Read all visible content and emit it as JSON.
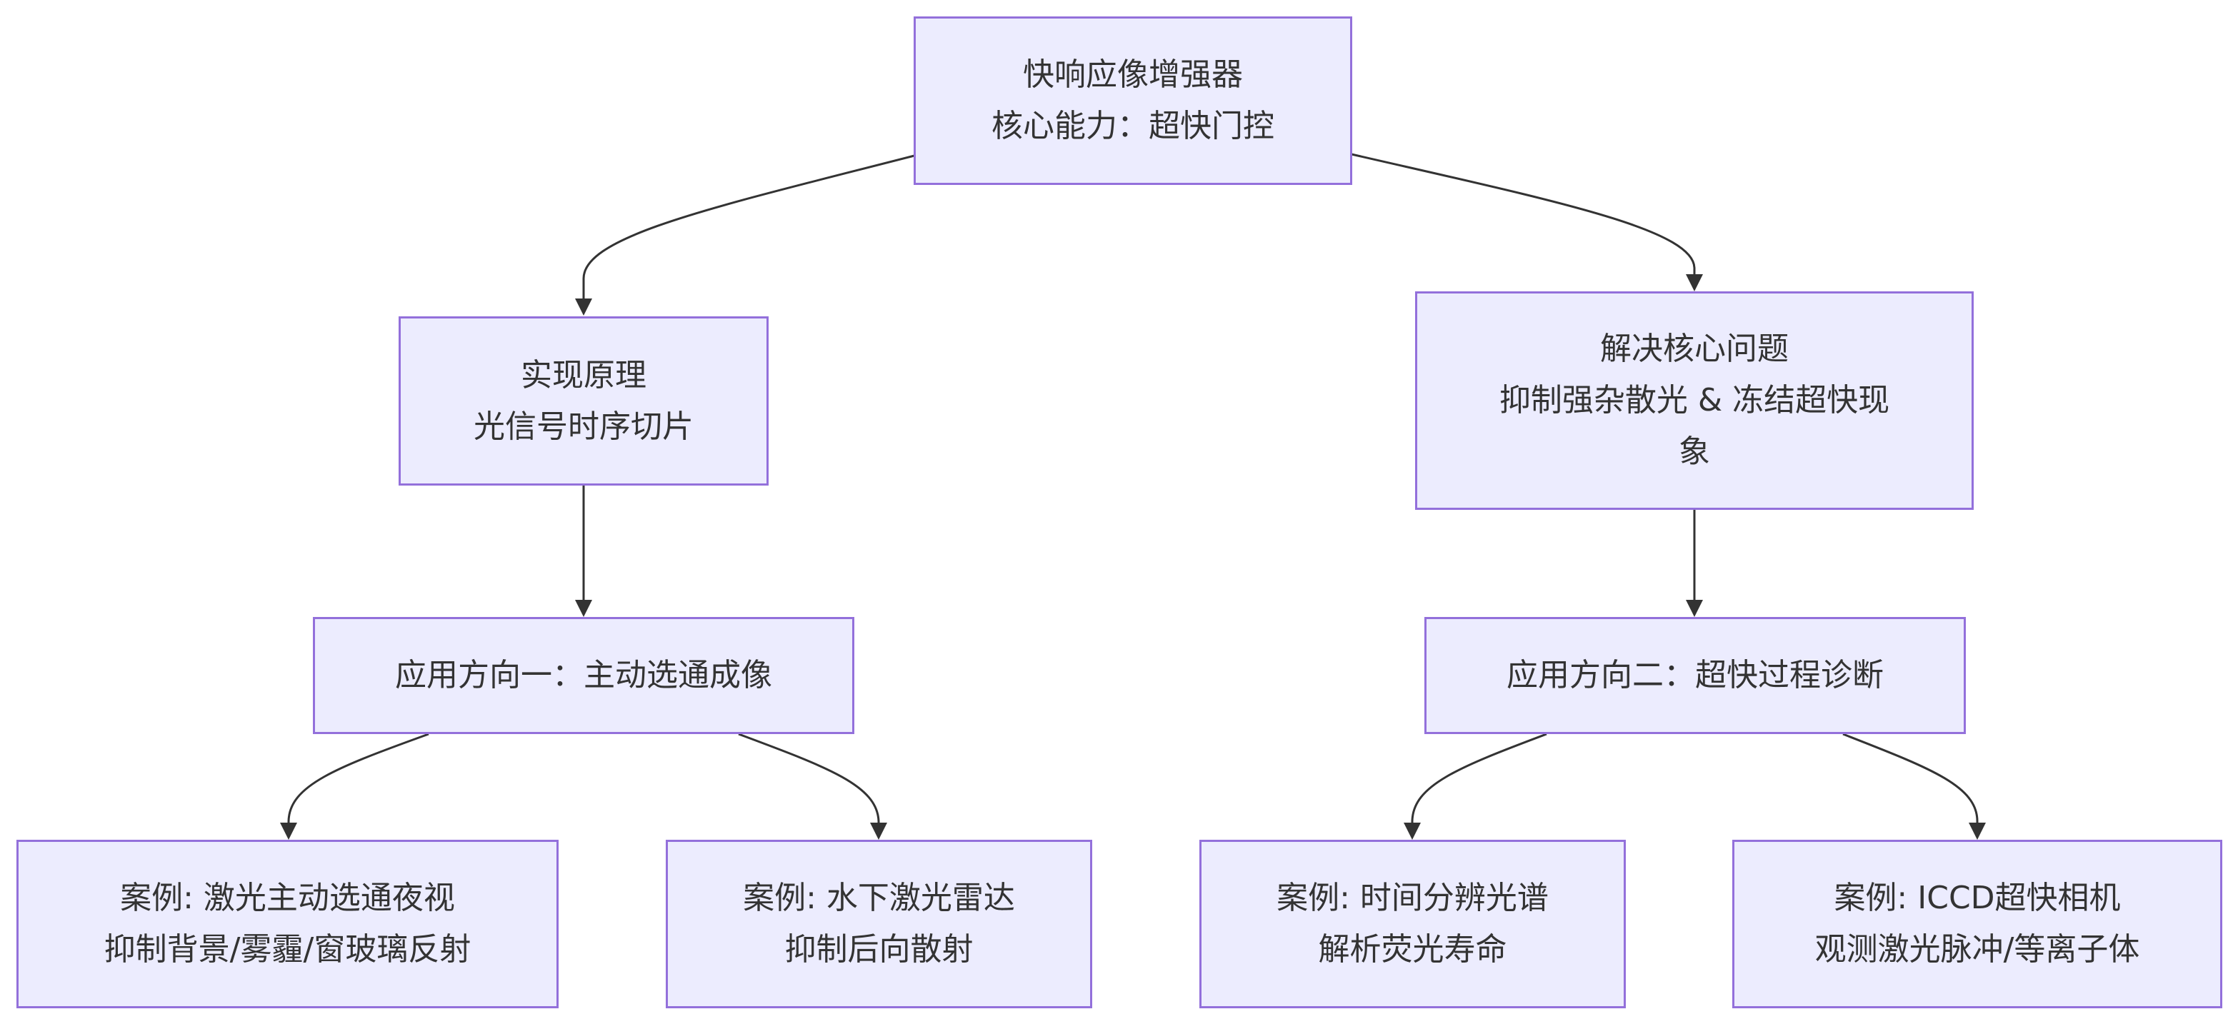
{
  "nodes": {
    "root": {
      "line1": "快响应像增强器",
      "line2": "核心能力：超快门控"
    },
    "principle": {
      "line1": "实现原理",
      "line2": "光信号时序切片"
    },
    "problem": {
      "line1": "解决核心问题",
      "line2": "抑制强杂散光 & 冻结超快现",
      "line3": "象"
    },
    "app1": {
      "line1": "应用方向一：主动选通成像"
    },
    "app2": {
      "line1": "应用方向二：超快过程诊断"
    },
    "case1": {
      "line1": "案例: 激光主动选通夜视",
      "line2": "抑制背景/雾霾/窗玻璃反射"
    },
    "case2": {
      "line1": "案例: 水下激光雷达",
      "line2": "抑制后向散射"
    },
    "case3": {
      "line1": "案例: 时间分辨光谱",
      "line2": "解析荧光寿命"
    },
    "case4": {
      "line1": "案例: ICCD超快相机",
      "line2": "观测激光脉冲/等离子体"
    }
  },
  "colors": {
    "node_fill": "#ececfe",
    "node_border": "#9370db",
    "edge": "#333333",
    "text": "#333333"
  }
}
